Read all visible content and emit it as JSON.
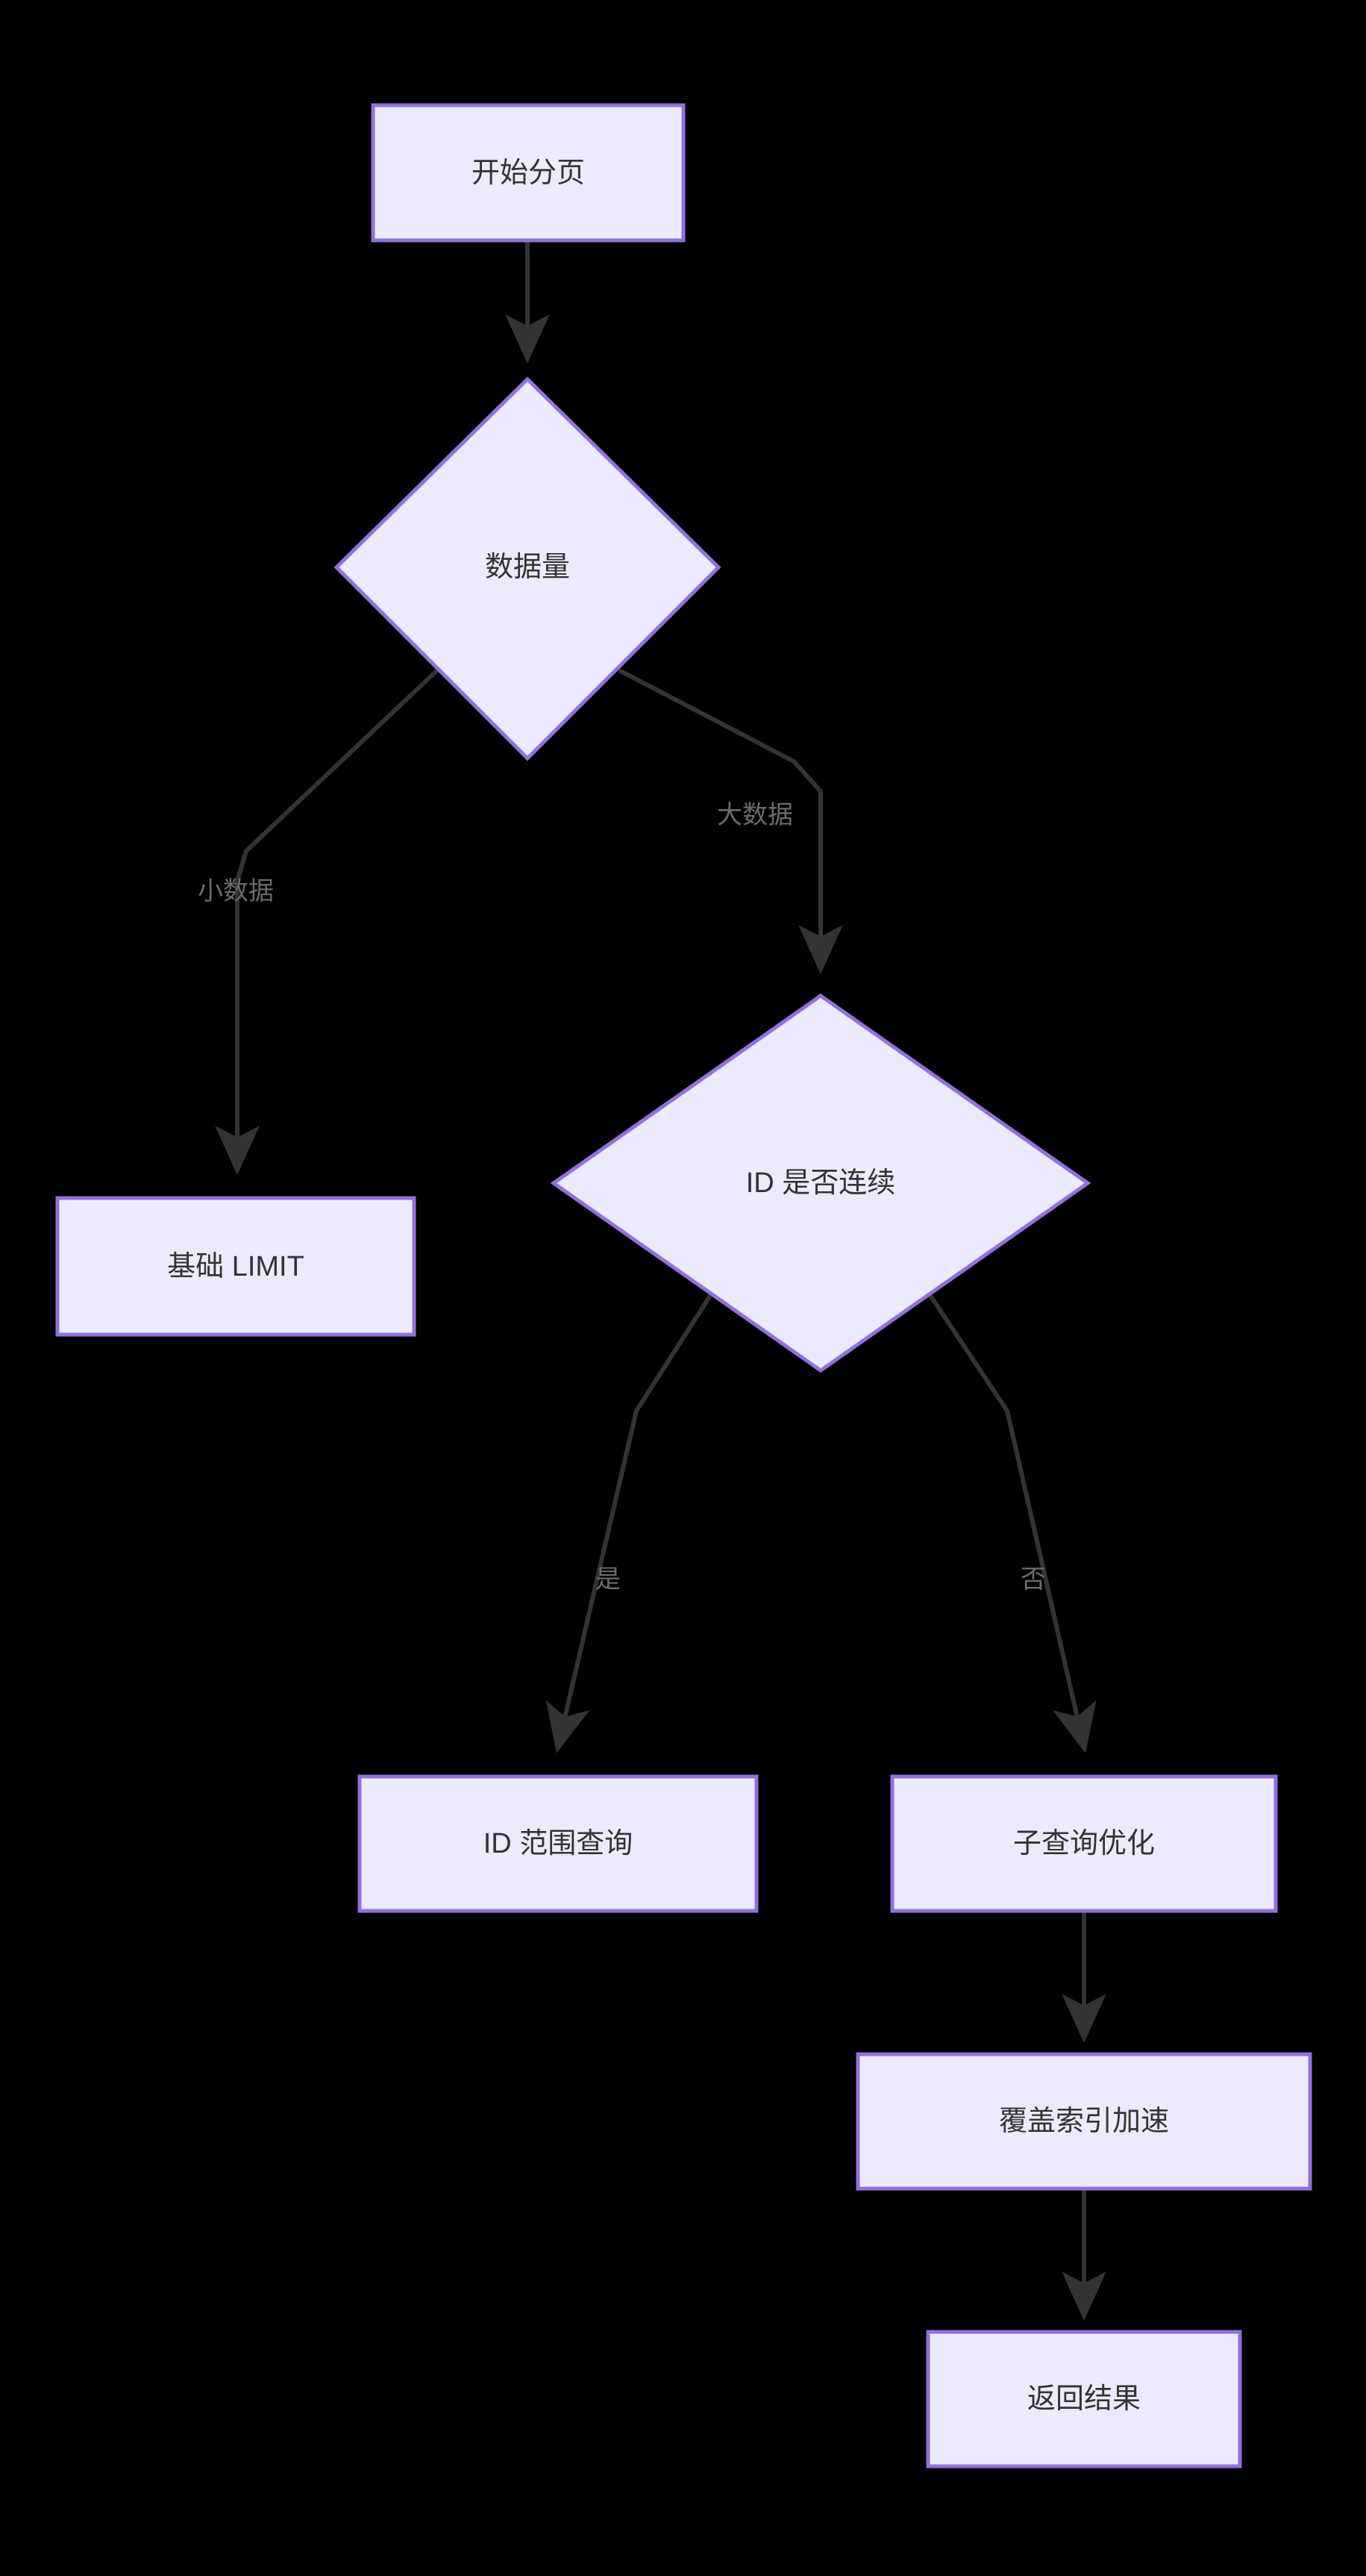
{
  "diagram": {
    "type": "flowchart",
    "direction": "top-down",
    "background_color": "#000000",
    "node_fill_color": "#ECEAFD",
    "node_border_color": "#9370DB",
    "node_text_color": "#333333",
    "edge_color": "#333333",
    "edge_label_color": "#6b6b6b",
    "nodes": [
      {
        "id": "start",
        "label": "开始分页",
        "shape": "rectangle"
      },
      {
        "id": "volume",
        "label": "数据量",
        "shape": "diamond"
      },
      {
        "id": "basic_limit",
        "label": "基础 LIMIT",
        "shape": "rectangle"
      },
      {
        "id": "id_continuous",
        "label": "ID 是否连续",
        "shape": "diamond"
      },
      {
        "id": "id_range",
        "label": "ID 范围查询",
        "shape": "rectangle"
      },
      {
        "id": "subquery",
        "label": "子查询优化",
        "shape": "rectangle"
      },
      {
        "id": "cover_index",
        "label": "覆盖索引加速",
        "shape": "rectangle"
      },
      {
        "id": "result",
        "label": "返回结果",
        "shape": "rectangle"
      }
    ],
    "edges": [
      {
        "from": "start",
        "to": "volume",
        "label": ""
      },
      {
        "from": "volume",
        "to": "basic_limit",
        "label": "小数据"
      },
      {
        "from": "volume",
        "to": "id_continuous",
        "label": "大数据"
      },
      {
        "from": "id_continuous",
        "to": "id_range",
        "label": "是"
      },
      {
        "from": "id_continuous",
        "to": "subquery",
        "label": "否"
      },
      {
        "from": "subquery",
        "to": "cover_index",
        "label": ""
      },
      {
        "from": "cover_index",
        "to": "result",
        "label": ""
      }
    ]
  }
}
